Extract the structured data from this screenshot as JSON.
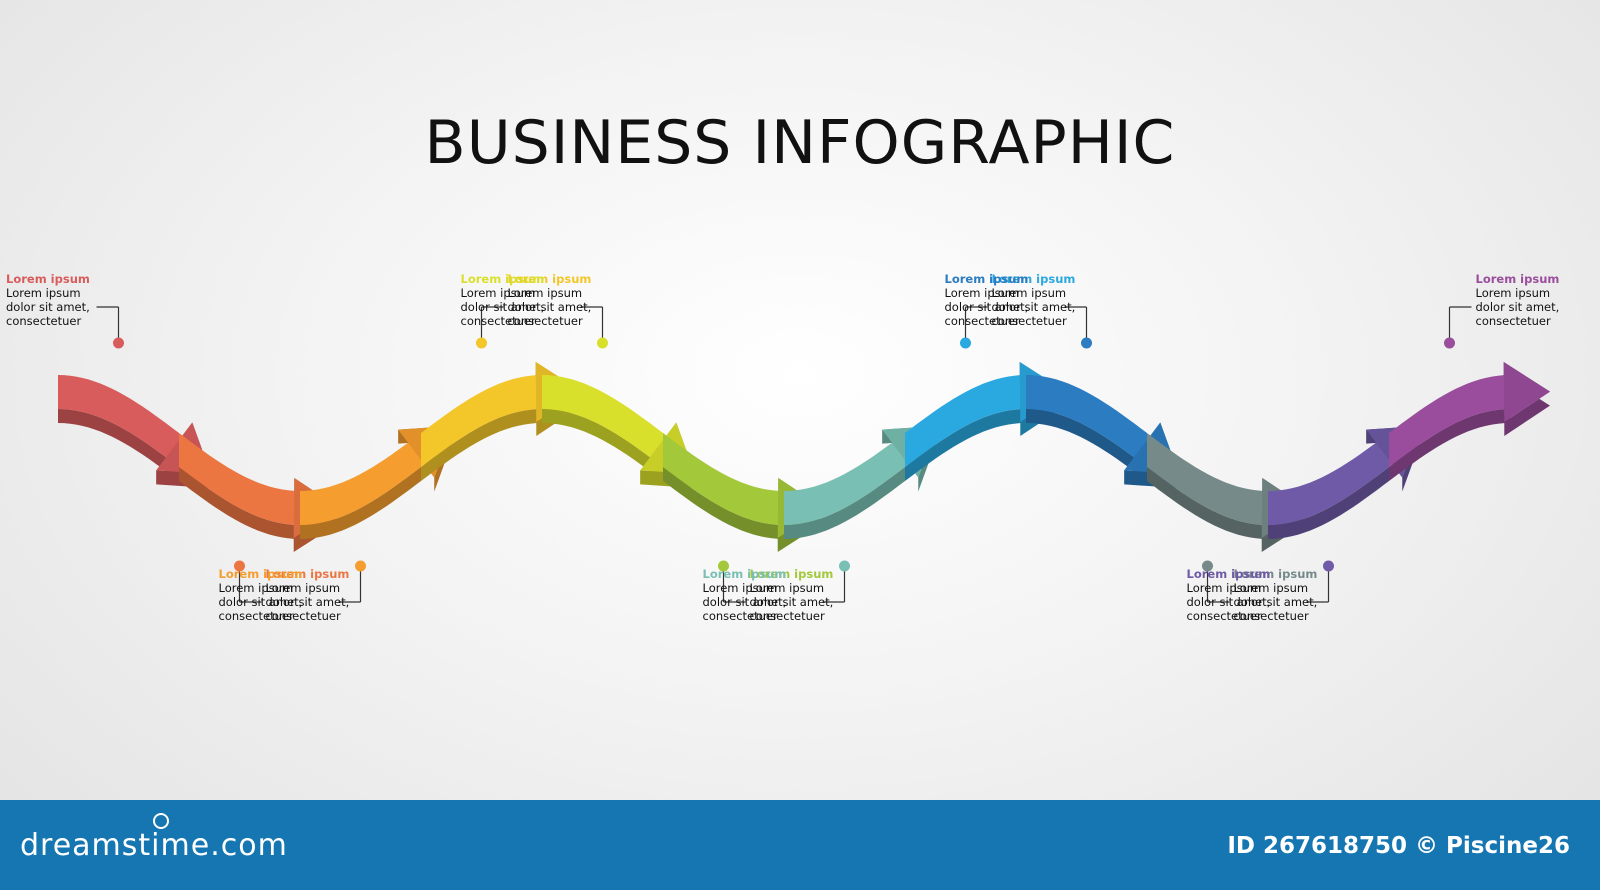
{
  "title": "BUSINESS INFOGRAPHIC",
  "steps": [
    {
      "color": "#d95c5c",
      "position": "top",
      "callout": {
        "title": "Lorem ipsum",
        "body": "Lorem ipsum\ndolor sit amet,\nconsectetuer"
      }
    },
    {
      "color": "#ec7642",
      "position": "bottom",
      "callout": {
        "title": "Lorem ipsum",
        "body": "Lorem ipsum\ndolor sit amet,\nconsectetuer"
      }
    },
    {
      "color": "#f59d2e",
      "position": "bottom",
      "callout": {
        "title": "Lorem ipsum",
        "body": "Lorem ipsum\ndolor sit amet,\nconsectetuer"
      }
    },
    {
      "color": "#f3c62a",
      "position": "top",
      "callout": {
        "title": "Lorem ipsum",
        "body": "Lorem ipsum\ndolor sit amet,\nconsectetuer"
      }
    },
    {
      "color": "#d9e02c",
      "position": "top",
      "callout": {
        "title": "Lorem ipsum",
        "body": "Lorem ipsum\ndolor sit amet,\nconsectetuer"
      }
    },
    {
      "color": "#a3c83a",
      "position": "bottom",
      "callout": {
        "title": "Lorem ipsum",
        "body": "Lorem ipsum\ndolor sit amet,\nconsectetuer"
      }
    },
    {
      "color": "#79bfb3",
      "position": "bottom",
      "callout": {
        "title": "Lorem ipsum",
        "body": "Lorem ipsum\ndolor sit amet,\nconsectetuer"
      }
    },
    {
      "color": "#2aa8e0",
      "position": "top",
      "callout": {
        "title": "Lorem ipsum",
        "body": "Lorem ipsum\ndolor sit amet,\nconsectetuer"
      }
    },
    {
      "color": "#2b7cc0",
      "position": "top",
      "callout": {
        "title": "Lorem ipsum",
        "body": "Lorem ipsum\ndolor sit amet,\nconsectetuer"
      }
    },
    {
      "color": "#768a8a",
      "position": "bottom",
      "callout": {
        "title": "Lorem ipsum",
        "body": "Lorem ipsum\ndolor sit amet,\nconsectetuer"
      }
    },
    {
      "color": "#6e5aa6",
      "position": "bottom",
      "callout": {
        "title": "Lorem ipsum",
        "body": "Lorem ipsum\ndolor sit amet,\nconsectetuer"
      }
    },
    {
      "color": "#9a4d9c",
      "position": "top",
      "callout": {
        "title": "Lorem ipsum",
        "body": "Lorem ipsum\ndolor sit amet,\nconsectetuer"
      }
    }
  ],
  "footer": {
    "brand": "dreamstime.com",
    "stock_id": "ID 267618750 © Piscine26",
    "background": "#1576b2"
  }
}
